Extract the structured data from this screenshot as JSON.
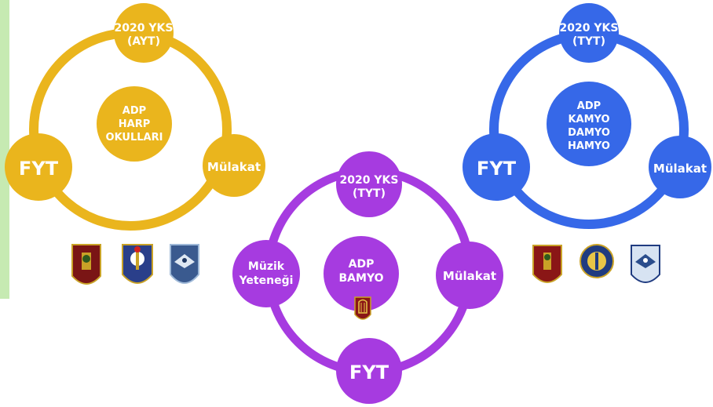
{
  "colors": {
    "gold": "#eab51d",
    "gold_ring": "#eab51d",
    "purple": "#a63be0",
    "blue": "#3668e8",
    "green_strip": "#c6eab2",
    "text": "#ffffff"
  },
  "diagrams": [
    {
      "id": "harp-okullari",
      "color": "gold",
      "top_node": [
        "2020 YKS",
        "(AYT)"
      ],
      "left_node": [
        "FYT"
      ],
      "right_node": [
        "Mülakat"
      ],
      "center": [
        "ADP",
        "HARP",
        "OKULLARI"
      ],
      "emblems": [
        "kara-harp-okulu-emblem",
        "deniz-harp-okulu-emblem",
        "hava-harp-okulu-emblem"
      ]
    },
    {
      "id": "bamyo",
      "color": "purple",
      "top_node": [
        "2020 YKS",
        "(TYT)"
      ],
      "left_node": [
        "Müzik",
        "Yeteneği"
      ],
      "right_node": [
        "Mülakat"
      ],
      "bottom_node": [
        "FYT"
      ],
      "center": [
        "ADP",
        "BAMYO"
      ],
      "emblems": [
        "bando-emblem"
      ]
    },
    {
      "id": "kamyo",
      "color": "blue",
      "top_node": [
        "2020 YKS",
        "(TYT)"
      ],
      "left_node": [
        "FYT"
      ],
      "right_node": [
        "Mülakat"
      ],
      "center": [
        "ADP",
        "KAMYO",
        "DAMYO",
        "HAMYO"
      ],
      "emblems": [
        "kara-myo-emblem",
        "deniz-myo-emblem",
        "hava-myo-emblem"
      ]
    }
  ]
}
